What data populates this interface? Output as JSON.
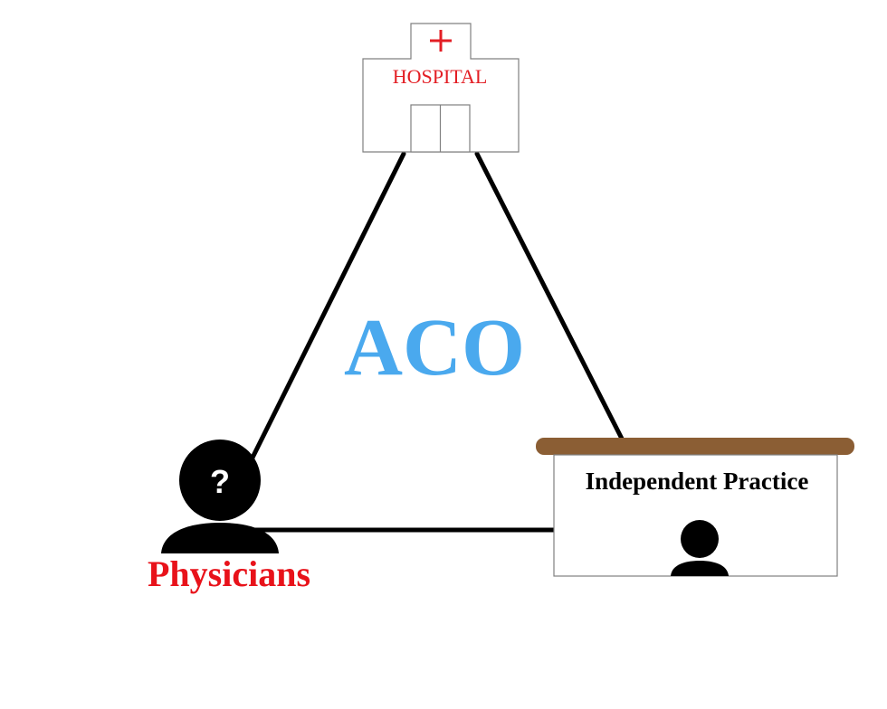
{
  "diagram": {
    "center_label": "ACO",
    "hospital": {
      "label": "HOSPITAL",
      "cross_symbol": "+"
    },
    "physicians": {
      "label": "Physicians",
      "question_mark": "?"
    },
    "independent_practice": {
      "label": "Independent Practice"
    }
  },
  "colors": {
    "aco_blue": "#4aa9ee",
    "hospital_red": "#e31e24",
    "physicians_red": "#e8121a",
    "desk_brown": "#8b5e34",
    "line_black": "#000000",
    "outline_gray": "#808080"
  }
}
